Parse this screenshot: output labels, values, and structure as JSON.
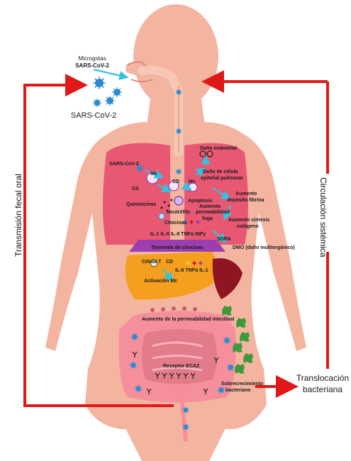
{
  "colors": {
    "skin": "#f4b5a0",
    "skin_shadow": "#eaa48d",
    "lung": "#e85872",
    "liver": "#f59f1e",
    "spleen": "#8e1522",
    "intestine": "#f48f9b",
    "arrow_red": "#e01818",
    "arrow_cyan": "#33c3dd",
    "virus": "#2b8bd0",
    "bacteria": "#3d9a3a",
    "storm_band": "#9b3fb0"
  },
  "labels": {
    "microdroplets_1": "Microgotas",
    "microdroplets_2": "SARS-CoV-2",
    "virus_big": "SARS-CoV-2",
    "virus_lung": "SARS-CoV-2",
    "mc_left": "Mc",
    "cd_left": "CD",
    "quimiocinas": "Quimiocinas",
    "neutrofilo": "Neutrófilo",
    "cd_center": "CD",
    "mc_center": "Mc",
    "endothelial_damage": "Daño endotelial",
    "epithelial_damage_1": "Daño de célula",
    "epithelial_damage_2": "epitelial pulmonar",
    "apoptosis": "Apoptosis",
    "permeability_1": "Aumento",
    "permeability_2": "permeabilidad",
    "permeability_3": "fuga",
    "fibrin_1": "Aumento",
    "fibrin_2": "depósito fibrina",
    "collagen_1": "Aumento síntesis",
    "collagen_2": "colágeno",
    "citocinas": "Citocinas",
    "cytokine_list": "IL-1 IL-6 IL-8 TNFα INFγ",
    "sdra": "SDRA",
    "dmo": "DMO (daño multiorgánico)",
    "storm": "Tormenta de citocinas",
    "t_cell": "Célula T",
    "cd_liver": "CD",
    "liver_cytokines": "IL-6 TNFα IL-1",
    "mc_activation": "Activación Mc",
    "intestinal_permeability": "Aumento de la permeabilidad intestinal",
    "ace2_receptor": "Receptor ECA2",
    "bacterial_overgrowth_1": "Sobrecrecimiento",
    "bacterial_overgrowth_2": "bacteriano",
    "fecal_oral": "Transmisión fecal oral",
    "systemic": "Circulación sistémica",
    "translocation_1": "Translocación",
    "translocation_2": "bacteriana"
  }
}
